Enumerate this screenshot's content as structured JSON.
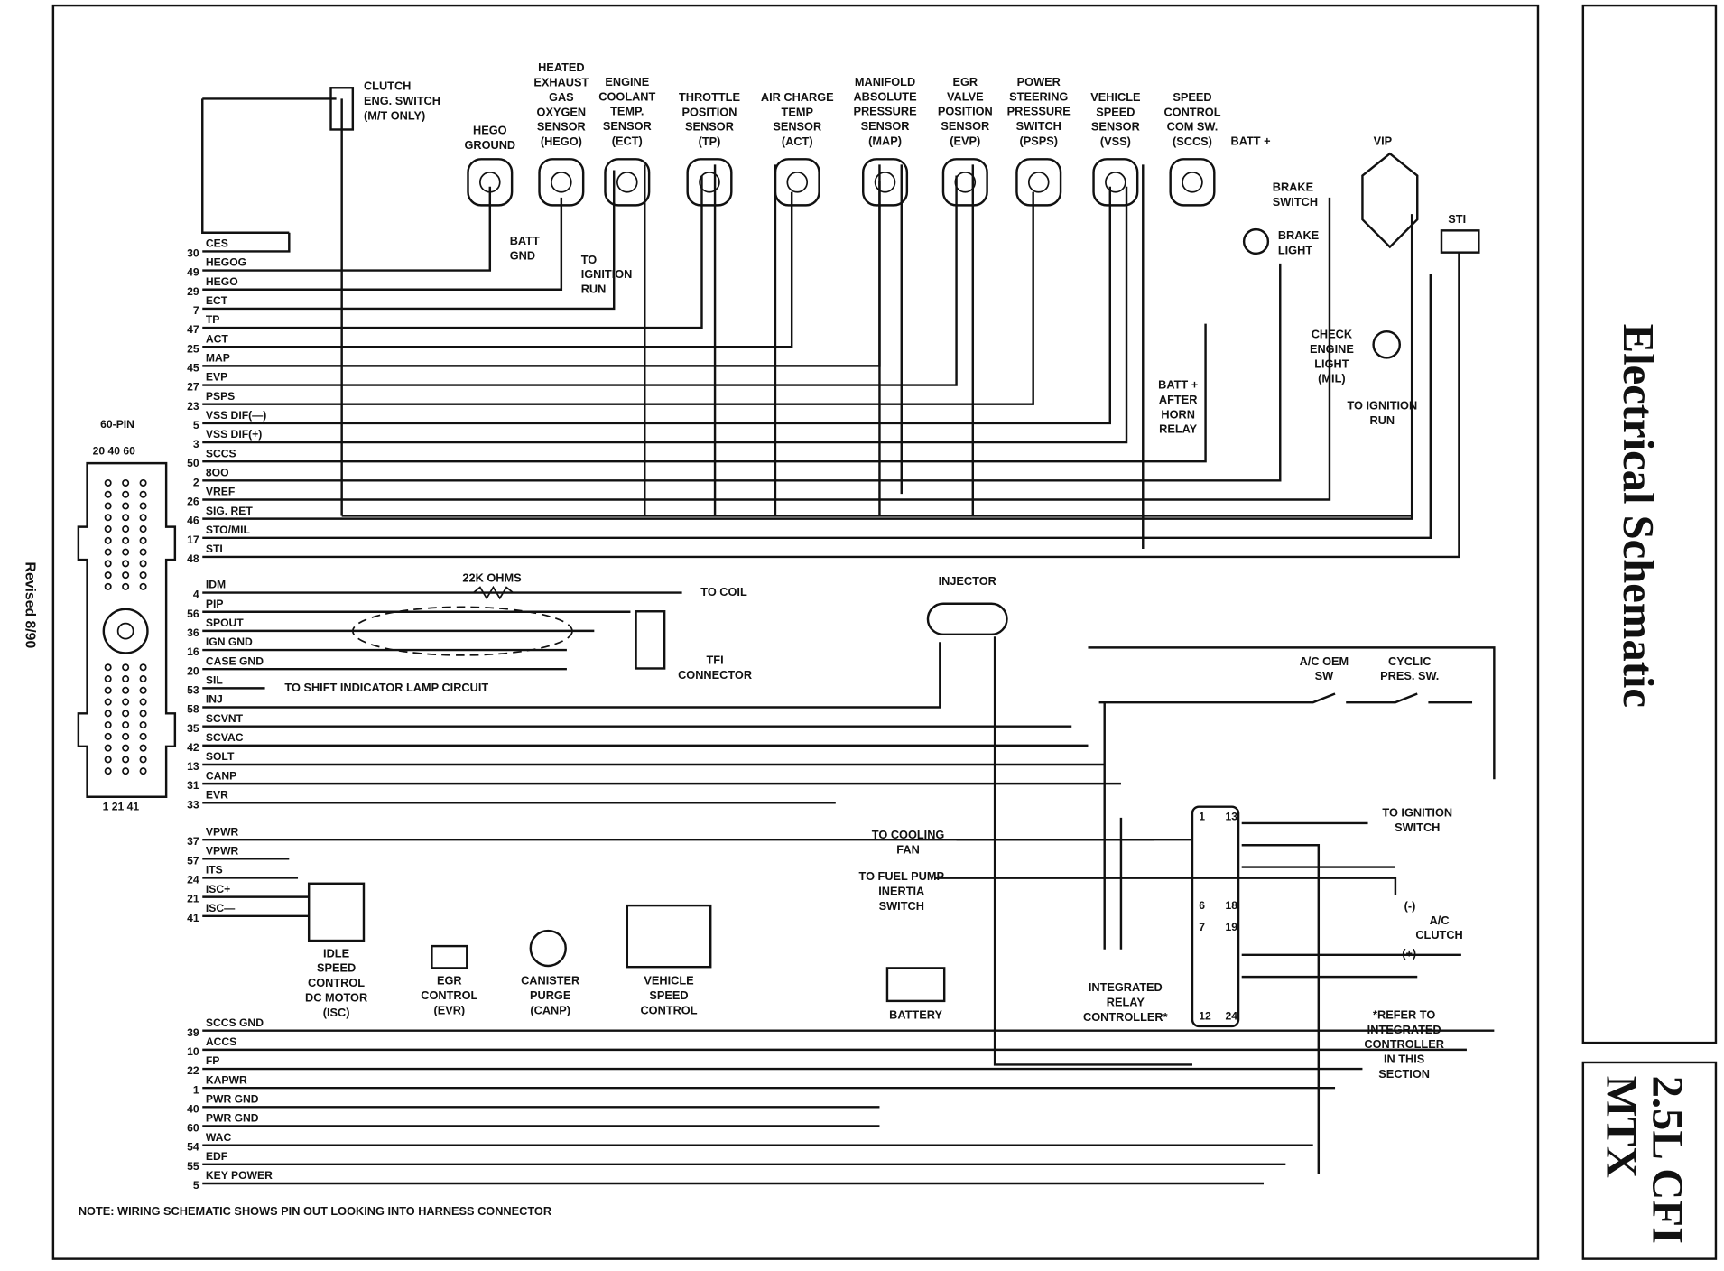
{
  "title": "Electrical Schematic",
  "model": [
    "2.5L CFI",
    "MTX"
  ],
  "revised": "Revised 8/90",
  "note": "NOTE: WIRING SCHEMATIC SHOWS PIN OUT LOOKING INTO HARNESS CONNECTOR",
  "connector": {
    "label": "60-PIN",
    "top_pins": "20  40  60",
    "bottom_pins": "1  21  41"
  },
  "pins_top": [
    {
      "num": "30",
      "name": "CES"
    },
    {
      "num": "49",
      "name": "HEGOG"
    },
    {
      "num": "29",
      "name": "HEGO"
    },
    {
      "num": "7",
      "name": "ECT"
    },
    {
      "num": "47",
      "name": "TP"
    },
    {
      "num": "25",
      "name": "ACT"
    },
    {
      "num": "45",
      "name": "MAP"
    },
    {
      "num": "27",
      "name": "EVP"
    },
    {
      "num": "23",
      "name": "PSPS"
    },
    {
      "num": "5",
      "name": "VSS DIF(—)"
    },
    {
      "num": "3",
      "name": "VSS DIF(+)"
    },
    {
      "num": "50",
      "name": "SCCS"
    },
    {
      "num": "2",
      "name": "8OO"
    },
    {
      "num": "26",
      "name": "VREF"
    },
    {
      "num": "46",
      "name": "SIG. RET"
    },
    {
      "num": "17",
      "name": "STO/MIL"
    },
    {
      "num": "48",
      "name": "STI"
    }
  ],
  "pins_mid": [
    {
      "num": "4",
      "name": "IDM"
    },
    {
      "num": "56",
      "name": "PIP"
    },
    {
      "num": "36",
      "name": "SPOUT"
    },
    {
      "num": "16",
      "name": "IGN GND"
    },
    {
      "num": "20",
      "name": "CASE GND"
    },
    {
      "num": "53",
      "name": "SIL"
    },
    {
      "num": "58",
      "name": "INJ"
    },
    {
      "num": "35",
      "name": "SCVNT"
    },
    {
      "num": "42",
      "name": "SCVAC"
    },
    {
      "num": "13",
      "name": "SOLT"
    },
    {
      "num": "31",
      "name": "CANP"
    },
    {
      "num": "33",
      "name": "EVR"
    }
  ],
  "pins_isc": [
    {
      "num": "37",
      "name": "VPWR"
    },
    {
      "num": "57",
      "name": "VPWR"
    },
    {
      "num": "24",
      "name": "ITS"
    },
    {
      "num": "21",
      "name": "ISC+"
    },
    {
      "num": "41",
      "name": "ISC—"
    }
  ],
  "pins_bottom": [
    {
      "num": "39",
      "name": "SCCS GND"
    },
    {
      "num": "10",
      "name": "ACCS"
    },
    {
      "num": "22",
      "name": "FP"
    },
    {
      "num": "1",
      "name": "KAPWR"
    },
    {
      "num": "40",
      "name": "PWR GND"
    },
    {
      "num": "60",
      "name": "PWR GND"
    },
    {
      "num": "54",
      "name": "WAC"
    },
    {
      "num": "55",
      "name": "EDF"
    },
    {
      "num": "5",
      "name": "KEY POWER"
    }
  ],
  "sensors": [
    {
      "lines": [
        "HEGO",
        "GROUND"
      ]
    },
    {
      "lines": [
        "HEATED",
        "EXHAUST",
        "GAS",
        "OXYGEN",
        "SENSOR",
        "(HEGO)"
      ]
    },
    {
      "lines": [
        "ENGINE",
        "COOLANT",
        "TEMP.",
        "SENSOR",
        "(ECT)"
      ]
    },
    {
      "lines": [
        "THROTTLE",
        "POSITION",
        "SENSOR",
        "(TP)"
      ]
    },
    {
      "lines": [
        "AIR CHARGE",
        "TEMP",
        "SENSOR",
        "(ACT)"
      ]
    },
    {
      "lines": [
        "MANIFOLD",
        "ABSOLUTE",
        "PRESSURE",
        "SENSOR",
        "(MAP)"
      ]
    },
    {
      "lines": [
        "EGR",
        "VALVE",
        "POSITION",
        "SENSOR",
        "(EVP)"
      ]
    },
    {
      "lines": [
        "POWER",
        "STEERING",
        "PRESSURE",
        "SWITCH",
        "(PSPS)"
      ]
    },
    {
      "lines": [
        "VEHICLE",
        "SPEED",
        "SENSOR",
        "(VSS)"
      ]
    },
    {
      "lines": [
        "SPEED",
        "CONTROL",
        "COM SW.",
        "(SCCS)"
      ]
    }
  ],
  "labels": {
    "clutch": [
      "CLUTCH",
      "ENG. SWITCH",
      "(M/T ONLY)"
    ],
    "batt_gnd": [
      "BATT",
      "GND"
    ],
    "to_ign_run": [
      "TO",
      "IGNITION",
      "RUN"
    ],
    "batt_plus": "BATT +",
    "brake_switch": [
      "BRAKE",
      "SWITCH"
    ],
    "brake_light": [
      "BRAKE",
      "LIGHT"
    ],
    "vip": "VIP",
    "sti": "STI",
    "mil": [
      "CHECK",
      "ENGINE",
      "LIGHT",
      "(MIL)"
    ],
    "mil_ign": [
      "TO IGNITION",
      "RUN"
    ],
    "horn": [
      "BATT +",
      "AFTER",
      "HORN",
      "RELAY"
    ],
    "ohms": "22K OHMS",
    "to_coil": "TO COIL",
    "tfi": [
      "TFI",
      "CONNECTOR"
    ],
    "shift": "TO SHIFT INDICATOR LAMP CIRCUIT",
    "injector": "INJECTOR",
    "isc": [
      "IDLE",
      "SPEED",
      "CONTROL",
      "DC MOTOR",
      "(ISC)"
    ],
    "evr": [
      "EGR",
      "CONTROL",
      "(EVR)"
    ],
    "canp": [
      "CANISTER",
      "PURGE",
      "(CANP)"
    ],
    "vsc": [
      "VEHICLE",
      "SPEED",
      "CONTROL"
    ],
    "ac_oem": [
      "A/C OEM",
      "SW"
    ],
    "cyclic": [
      "CYCLIC",
      "PRES. SW."
    ],
    "cooling": [
      "TO COOLING",
      "FAN"
    ],
    "fuel_pump": [
      "TO FUEL PUMP",
      "INERTIA",
      "SWITCH"
    ],
    "battery": "BATTERY",
    "irc": [
      "INTEGRATED",
      "RELAY",
      "CONTROLLER*"
    ],
    "to_ign_sw": [
      "TO IGNITION",
      "SWITCH"
    ],
    "ac_clutch": [
      "A/C",
      "CLUTCH"
    ],
    "minus": "(-)",
    "plus": "(+)",
    "irc_pins": [
      "1",
      "13",
      "6",
      "18",
      "7",
      "19",
      "12",
      "24"
    ],
    "refer": [
      "*REFER TO",
      "INTEGRATED",
      "CONTROLLER",
      "IN THIS",
      "SECTION"
    ]
  }
}
